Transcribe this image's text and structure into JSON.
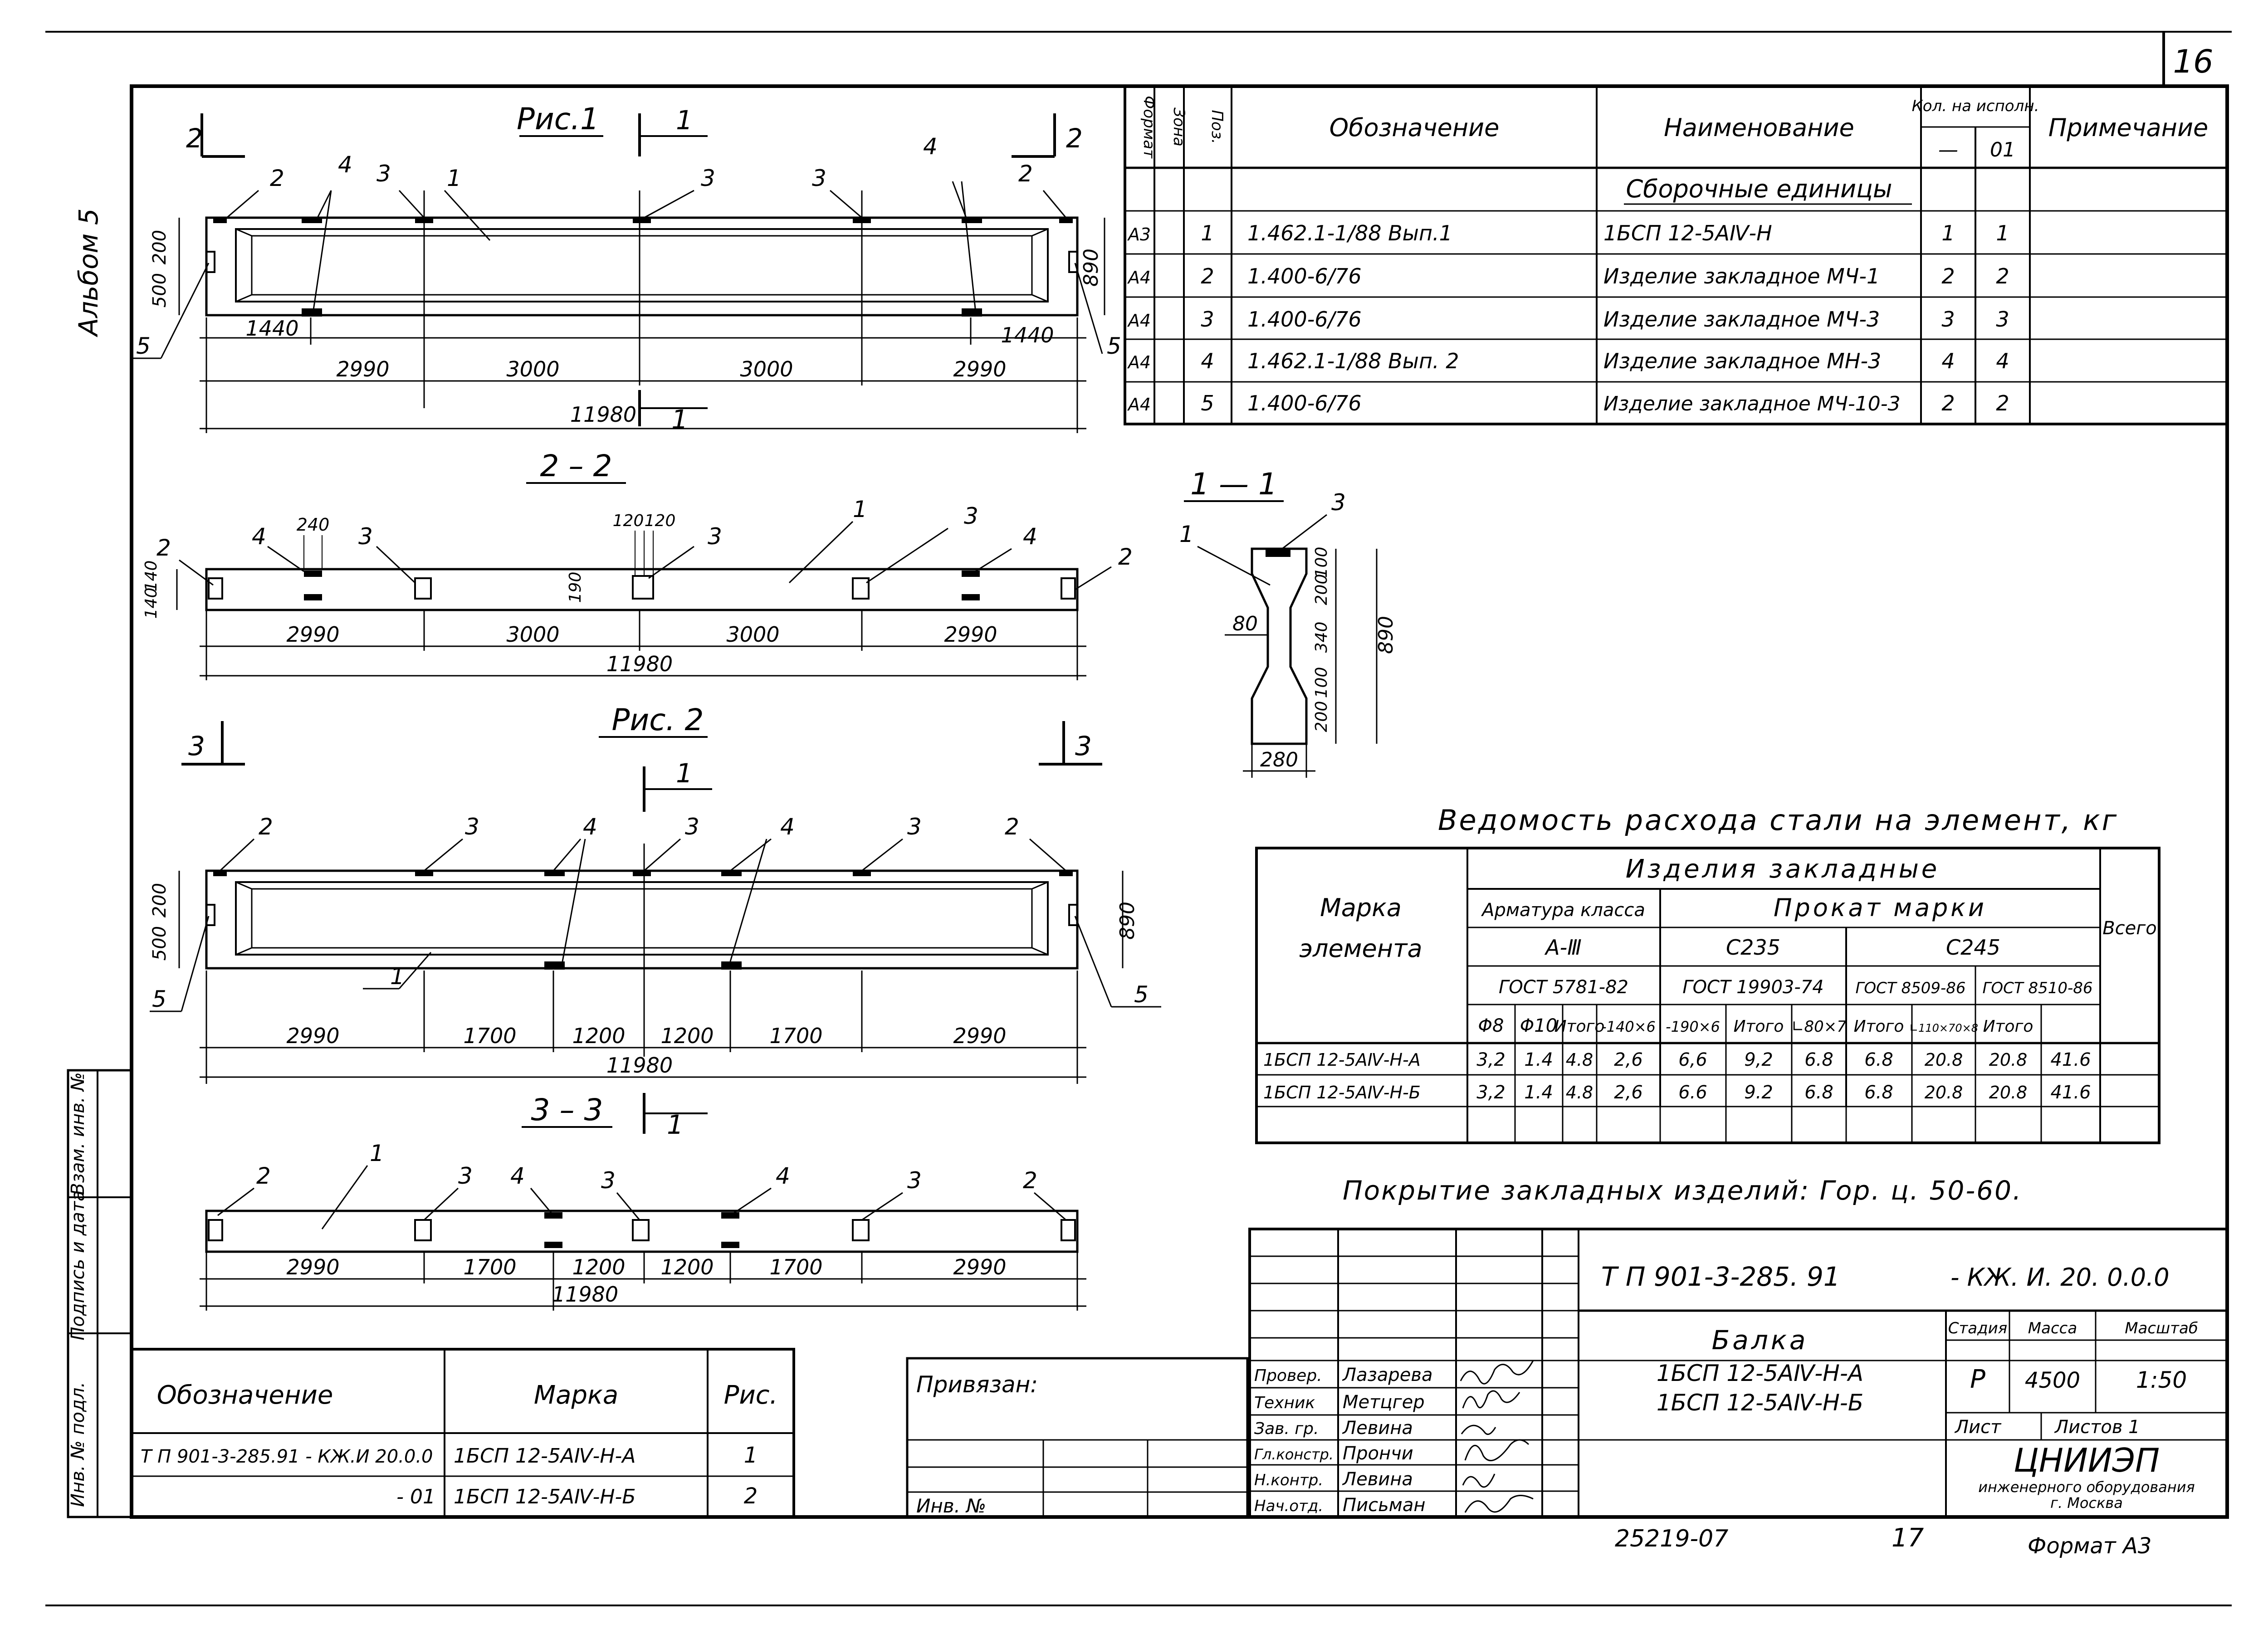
{
  "sheet_number": "16",
  "album_label": "Альбом 5",
  "fig1_title": "Рис.1",
  "fig2_title": "Рис. 2",
  "section_2_2": "2 – 2",
  "section_1_1": "1 — 1",
  "section_3_3": "3 – 3",
  "cut_marks": {
    "c1": "1",
    "c2": "2",
    "c3": "3"
  },
  "fig1": {
    "dims_bottom": [
      "1440",
      "2990",
      "3000",
      "3000",
      "2990",
      "1440"
    ],
    "total": "11980",
    "dims_left": [
      "500",
      "200"
    ],
    "height": "890",
    "callouts": [
      "2",
      "4",
      "3",
      "1",
      "3",
      "3",
      "4",
      "2",
      "5",
      "5"
    ]
  },
  "sec22": {
    "dims_bottom": [
      "2990",
      "3000",
      "3000",
      "2990"
    ],
    "total": "11980",
    "small_dims": [
      "240",
      "120",
      "120",
      "190",
      "140",
      "140"
    ],
    "callouts": [
      "2",
      "4",
      "3",
      "3",
      "1",
      "3",
      "4",
      "2"
    ]
  },
  "sec11": {
    "dims": [
      "100",
      "200",
      "340",
      "100",
      "200",
      "890",
      "80",
      "280"
    ],
    "callouts": [
      "3",
      "1"
    ]
  },
  "fig2": {
    "dims_bottom": [
      "2990",
      "1700",
      "1200",
      "1200",
      "1700",
      "2990"
    ],
    "total": "11980",
    "dims_left": [
      "500",
      "200"
    ],
    "height": "890",
    "callouts": [
      "2",
      "3",
      "4",
      "3",
      "4",
      "3",
      "2",
      "1",
      "5",
      "5"
    ]
  },
  "sec33": {
    "dims_bottom": [
      "2990",
      "1700",
      "1200",
      "1200",
      "1700",
      "2990"
    ],
    "total": "11980",
    "callouts": [
      "2",
      "1",
      "3",
      "4",
      "3",
      "4",
      "3",
      "2"
    ]
  },
  "spec": {
    "headers": {
      "format": "Формат",
      "zone": "Зона",
      "pos": "Поз.",
      "designation": "Обозначение",
      "name": "Наименование",
      "qty": "Кол. на исполн.",
      "qty_a": "—",
      "qty_b": "01",
      "note": "Примечание"
    },
    "section": "Сборочные единицы",
    "rows": [
      {
        "format": "А3",
        "pos": "1",
        "designation": "1.462.1-1/88  Вып.1",
        "name": "1БСП 12-5АⅣ-Н",
        "q1": "1",
        "q2": "1"
      },
      {
        "format": "А4",
        "pos": "2",
        "designation": "1.400-6/76",
        "name": "Изделие закладное МЧ-1",
        "q1": "2",
        "q2": "2"
      },
      {
        "format": "А4",
        "pos": "3",
        "designation": "1.400-6/76",
        "name": "Изделие закладное МЧ-3",
        "q1": "3",
        "q2": "3"
      },
      {
        "format": "А4",
        "pos": "4",
        "designation": "1.462.1-1/88  Вып. 2",
        "name": "Изделие закладное МН-3",
        "q1": "4",
        "q2": "4"
      },
      {
        "format": "А4",
        "pos": "5",
        "designation": "1.400-6/76",
        "name": "Изделие закладное МЧ-10-3",
        "q1": "2",
        "q2": "2"
      }
    ]
  },
  "steel": {
    "title": "Ведомость расхода стали на элемент, кг",
    "h_mark": [
      "Марка",
      "элемента"
    ],
    "h_items": "Изделия закладные",
    "h_rebar": "Арматура класса",
    "h_rolled": "Прокат марки",
    "h_total": "Всего",
    "h_a3": "А-Ⅲ",
    "h_c235": "С235",
    "h_c245": "С245",
    "h_gost": [
      "ГОСТ 5781-82",
      "ГОСТ 19903-74",
      "ГОСТ 8509-86",
      "ГОСТ 8510-86"
    ],
    "h_cols": [
      "Φ8",
      "Φ10",
      "Итого",
      "-140×6",
      "-190×6",
      "Итого",
      "∟80×7",
      "Итого",
      "∟110×70×8",
      "Итого"
    ],
    "rows": [
      {
        "mark": "1БСП 12-5АⅣ-Н-А",
        "v": [
          "3,2",
          "1.4",
          "4.8",
          "2,6",
          "6,6",
          "9,2",
          "6.8",
          "6.8",
          "20.8",
          "20.8",
          "41.6"
        ]
      },
      {
        "mark": "1БСП 12-5АⅣ-Н-Б",
        "v": [
          "3,2",
          "1.4",
          "4.8",
          "2,6",
          "6.6",
          "9.2",
          "6.8",
          "6.8",
          "20.8",
          "20.8",
          "41.6"
        ]
      }
    ]
  },
  "coating_note": "Покрытие закладных изделий: Гор. ц. 50-60.",
  "variants": {
    "headers": {
      "designation": "Обозначение",
      "mark": "Марка",
      "fig": "Рис."
    },
    "rows": [
      {
        "designation": "Т П 901-3-285.91 - КЖ.И 20.0.0",
        "mark": "1БСП 12-5АⅣ-Н-А",
        "fig": "1"
      },
      {
        "designation": "- 01",
        "mark": "1БСП 12-5АⅣ-Н-Б",
        "fig": "2"
      }
    ]
  },
  "side_stamp": [
    "Инв. № подл.",
    "Подпись и дата",
    "Взам. инв. №"
  ],
  "binding": {
    "label": "Привязан:",
    "inv": "Инв. №"
  },
  "title_block": {
    "doc_code": "Т П  901-3-285. 91",
    "doc_suffix": "- КЖ. И. 20. 0.0.0",
    "name_lines": [
      "Балка",
      "1БСП 12-5АⅣ-Н-А",
      "1БСП 12-5АⅣ-Н-Б"
    ],
    "stage_h": "Стадия",
    "mass_h": "Масса",
    "scale_h": "Масштаб",
    "stage": "Р",
    "mass": "4500",
    "scale": "1:50",
    "sheet_h": "Лист",
    "sheets_h": "Листов 1",
    "org": "ЦНИИЭП",
    "org_sub": [
      "инженерного оборудования",
      "г. Москва"
    ],
    "people": [
      {
        "role": "Провер.",
        "name": "Лазарева"
      },
      {
        "role": "Техник",
        "name": "Метцгер"
      },
      {
        "role": "Зав. гр.",
        "name": "Левина"
      },
      {
        "role": "Гл.констр.",
        "name": "Прончи"
      },
      {
        "role": "Н.контр.",
        "name": "Левина"
      },
      {
        "role": "Нач.отд.",
        "name": "Письман"
      }
    ]
  },
  "bottom_code": "25219-07",
  "bottom_page": "17",
  "format_label": "Формат А3"
}
